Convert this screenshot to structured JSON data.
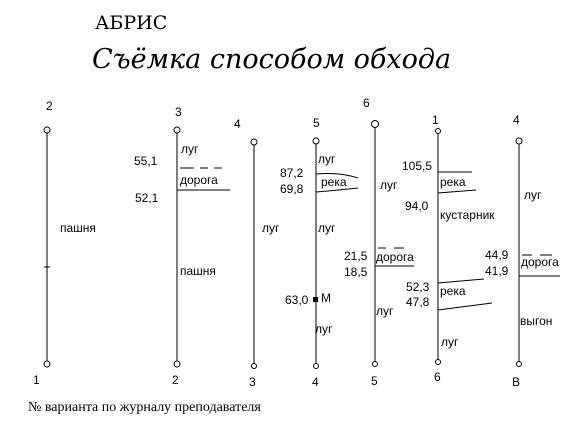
{
  "header": {
    "title": "АБРИС",
    "subtitle": "Съёмка способом обхода"
  },
  "footer": {
    "note": "№ варианта по журналу преподавателя"
  },
  "lines": [
    {
      "top_label": "2",
      "bottom_label": "1",
      "items": [
        {
          "kind": "text",
          "text": "пашня"
        }
      ]
    },
    {
      "top_label": "3",
      "bottom_label": "2",
      "items": [
        {
          "kind": "text",
          "text": "луг"
        },
        {
          "kind": "number",
          "text": "55,1"
        },
        {
          "kind": "text",
          "text": "дорога"
        },
        {
          "kind": "number",
          "text": "52,1"
        },
        {
          "kind": "text",
          "text": "пашня"
        }
      ]
    },
    {
      "top_label": "4",
      "bottom_label": "3",
      "items": [
        {
          "kind": "text",
          "text": "луг"
        }
      ]
    },
    {
      "top_label": "5",
      "bottom_label": "4",
      "items": [
        {
          "kind": "text",
          "text": "луг"
        },
        {
          "kind": "number",
          "text": "87,2"
        },
        {
          "kind": "number",
          "text": "69,8"
        },
        {
          "kind": "text",
          "text": "река"
        },
        {
          "kind": "text",
          "text": "луг"
        },
        {
          "kind": "number",
          "text": "63,0"
        },
        {
          "kind": "text",
          "text": "М"
        },
        {
          "kind": "text",
          "text": "луг"
        }
      ]
    },
    {
      "top_label": "6",
      "bottom_label": "5",
      "items": [
        {
          "kind": "text",
          "text": "луг"
        },
        {
          "kind": "number",
          "text": "21,5"
        },
        {
          "kind": "number",
          "text": "18,5"
        },
        {
          "kind": "text",
          "text": "дорога"
        },
        {
          "kind": "text",
          "text": "луг"
        }
      ]
    },
    {
      "top_label": "1",
      "bottom_label": "6",
      "items": [
        {
          "kind": "number",
          "text": "105,5"
        },
        {
          "kind": "text",
          "text": "река"
        },
        {
          "kind": "number",
          "text": "94,0"
        },
        {
          "kind": "text",
          "text": "кустарник"
        },
        {
          "kind": "number",
          "text": "52,3"
        },
        {
          "kind": "text",
          "text": "река"
        },
        {
          "kind": "number",
          "text": "47,8"
        },
        {
          "kind": "text",
          "text": "луг"
        }
      ]
    },
    {
      "top_label": "4",
      "bottom_label": "В",
      "items": [
        {
          "kind": "text",
          "text": "луг"
        },
        {
          "kind": "number",
          "text": "44,9"
        },
        {
          "kind": "number",
          "text": "41,9"
        },
        {
          "kind": "text",
          "text": "дорога"
        },
        {
          "kind": "text",
          "text": "выгон"
        }
      ]
    }
  ]
}
